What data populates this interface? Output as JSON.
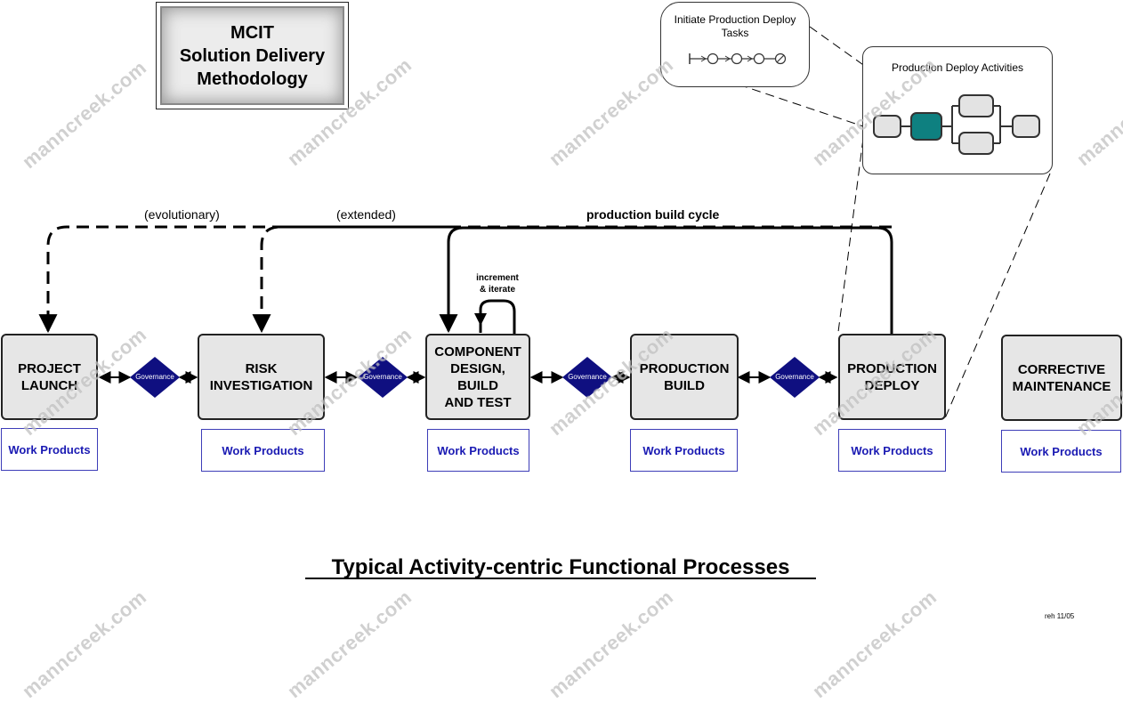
{
  "title_box": {
    "line1": "MCIT",
    "line2": "Solution Delivery",
    "line3": "Methodology"
  },
  "callout_tasks": {
    "label": "Initiate Production Deploy\nTasks"
  },
  "callout_activities": {
    "label": "Production Deploy Activities"
  },
  "phases": [
    {
      "label": "PROJECT\nLAUNCH"
    },
    {
      "label": "RISK\nINVESTIGATION"
    },
    {
      "label": "COMPONENT\nDESIGN,\nBUILD\nAND TEST"
    },
    {
      "label": "PRODUCTION\nBUILD"
    },
    {
      "label": "PRODUCTION\nDEPLOY"
    },
    {
      "label": "CORRECTIVE\nMAINTENANCE"
    }
  ],
  "work_products_label": "Work Products",
  "governance_label": "Governance",
  "loops": {
    "evolutionary": "(evolutionary)",
    "extended": "(extended)",
    "production_build_cycle": "production build cycle",
    "increment_iterate": "increment\n& iterate"
  },
  "main_title": "Typical Activity-centric Functional Processes",
  "footer_note": "reh 11/05",
  "watermark": "manncreek.com",
  "colors": {
    "governance_fill": "#0f0f80",
    "highlight_activity": "#0e8080",
    "work_product_text": "#1a1ab3"
  }
}
